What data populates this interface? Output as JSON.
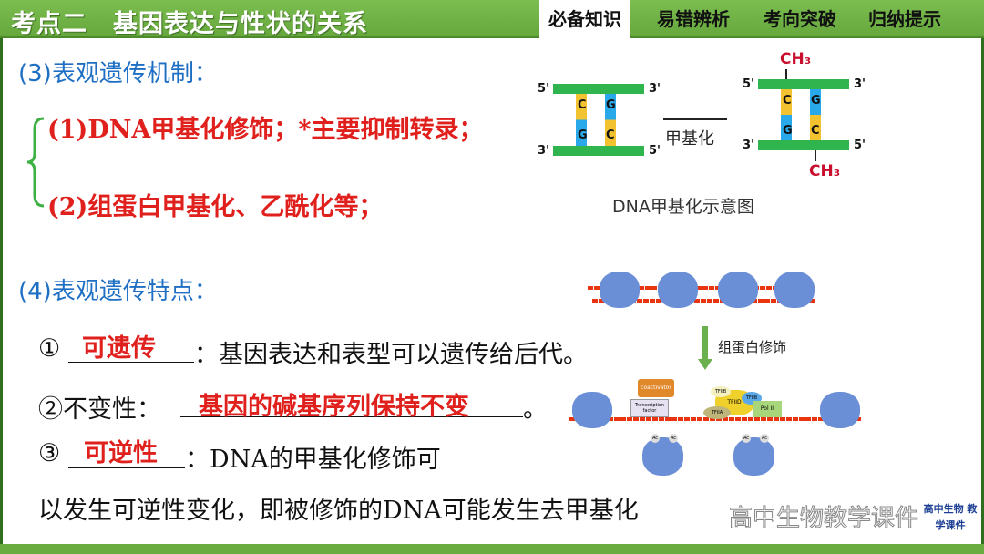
{
  "header": {
    "title": "考点二　基因表达与性状的关系",
    "tabs": [
      {
        "label": "必备知识",
        "active": true
      },
      {
        "label": "易错辨析"
      },
      {
        "label": "考向突破"
      },
      {
        "label": "归纳提示"
      }
    ]
  },
  "section3": {
    "heading": "(3)表观遗传机制：",
    "items": [
      "(1)DNA甲基化修饰；*主要抑制转录；",
      "(2)组蛋白甲基化、乙酰化等；"
    ]
  },
  "diagram1": {
    "caption": "DNA甲基化示意图",
    "arrow_label": "甲基化",
    "five": "5'",
    "three": "3'",
    "methyl": "CH₃",
    "bases_top": [
      "C",
      "G"
    ],
    "bases_bottom": [
      "G",
      "C"
    ]
  },
  "section4": {
    "heading": "(4)表观遗传特点：",
    "item1": {
      "marker": "①",
      "answer": "可遗传",
      "text": "：基因表达和表型可以遗传给后代。"
    },
    "item2": {
      "label": "②不变性：",
      "answer": "基因的碱基序列保持不变",
      "end": "。"
    },
    "item3": {
      "marker": "③",
      "answer": "可逆性",
      "text": "：DNA的甲基化修饰可"
    },
    "continuation": "以发生可逆性变化，即被修饰的DNA可能发生去甲基化"
  },
  "diagram2": {
    "arrow_label": "组蛋白修饰",
    "coactivator": "coactivator",
    "tf": "Transcription factor",
    "tfiib": "TFIIB",
    "tfiid": "TFIID",
    "tfiia": "TFIIA",
    "pol": "Pol II",
    "ac": "Ac"
  },
  "watermark": {
    "text": "高中生物教学课件",
    "logo": "高中生物 教学课件"
  },
  "colors": {
    "green": "#6aac40",
    "blue": "#1e6fc4",
    "red": "#e0201c"
  }
}
